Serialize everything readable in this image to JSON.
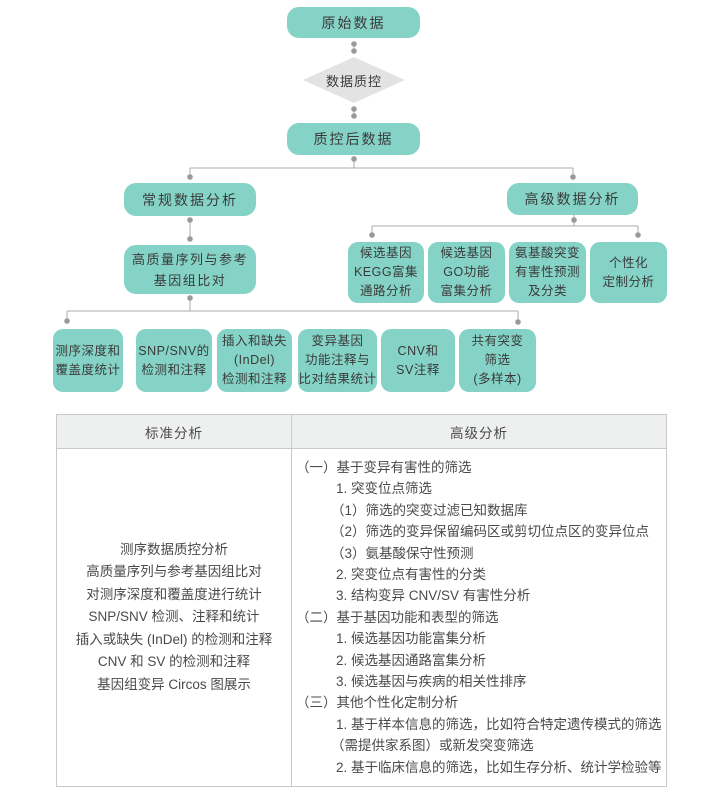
{
  "flowchart": {
    "root_label": "原始数据",
    "decision_label": "数据质控",
    "after_qc_label": "质控后数据",
    "regular_branch_label": "常规数据分析",
    "advanced_branch_label": "高级数据分析",
    "alignment_label": "高质量序列与参考\n基因组比对",
    "standard_steps": [
      {
        "label": "测序深度和\n覆盖度统计"
      },
      {
        "label": "SNP/SNV的\n检测和注释"
      },
      {
        "label": "插入和缺失\n(InDel)\n检测和注释"
      },
      {
        "label": "变异基因\n功能注释与\n比对结果统计"
      },
      {
        "label": "CNV和\nSV注释"
      },
      {
        "label": "共有突变\n筛选\n(多样本)"
      }
    ],
    "advanced_steps": [
      {
        "label": "候选基因\nKEGG富集\n通路分析"
      },
      {
        "label": "候选基因\nGO功能\n富集分析"
      },
      {
        "label": "氨基酸突变\n有害性预测\n及分类"
      },
      {
        "label": "个性化\n定制分析"
      }
    ]
  },
  "table": {
    "headers": {
      "standard": "标准分析",
      "advanced": "高级分析"
    },
    "standard_items": [
      {
        "text": "测序数据质控分析"
      },
      {
        "text": "高质量序列与参考基因组比对"
      },
      {
        "text": "对测序深度和覆盖度进行统计"
      },
      {
        "text": "SNP/SNV 检测、注释和统计"
      },
      {
        "text": "插入或缺失 (InDel) 的检测和注释"
      },
      {
        "text": "CNV 和 SV 的检测和注释"
      },
      {
        "text": "基因组变异 Circos 图展示"
      }
    ],
    "advanced_items": [
      {
        "text": "（一）基于变异有害性的筛选"
      },
      {
        "text": "1. 突变位点筛选"
      },
      {
        "text": "（1）筛选的突变过滤已知数据库"
      },
      {
        "text": "（2）筛选的变异保留编码区或剪切位点区的变异位点"
      },
      {
        "text": "（3）氨基酸保守性预测"
      },
      {
        "text": "2. 突变位点有害性的分类"
      },
      {
        "text": "3. 结构变异 CNV/SV 有害性分析"
      },
      {
        "text": "（二）基于基因功能和表型的筛选"
      },
      {
        "text": "1. 候选基因功能富集分析"
      },
      {
        "text": "2. 候选基因通路富集分析"
      },
      {
        "text": "3. 候选基因与疾病的相关性排序"
      },
      {
        "text": "（三）其他个性化定制分析"
      },
      {
        "text": "1. 基于样本信息的筛选，比如符合特定遗传模式的筛选"
      },
      {
        "text": "（需提供家系图）或新发突变筛选"
      },
      {
        "text": "2. 基于临床信息的筛选，比如生存分析、统计学检验等"
      }
    ]
  },
  "colors": {
    "node_teal": "#85d3c6",
    "diamond_gray": "#e3e3e3",
    "connector_line": "#ababab",
    "connector_dot": "#9a9a9a",
    "table_border": "#c9c9c9",
    "table_header_bg": "#eef0ef",
    "text": "#4a4a4a"
  }
}
